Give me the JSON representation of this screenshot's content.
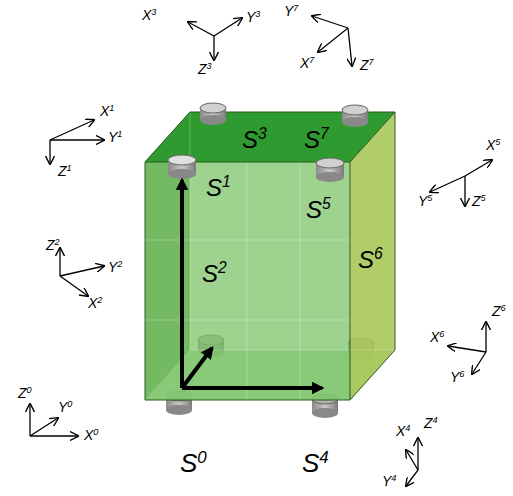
{
  "diagram": {
    "labels": [
      "S3",
      "S7",
      "S1",
      "S5",
      "S2",
      "S6",
      "S0",
      "S4",
      "X3",
      "Y3",
      "Z3",
      "Y7",
      "X7",
      "Z7",
      "X1",
      "Y1",
      "Z1",
      "X5",
      "Y5",
      "Z5",
      "Z2",
      "Y2",
      "X2",
      "Z6",
      "X6",
      "Y6",
      "Z0",
      "Y0",
      "X0",
      "Z4",
      "X4",
      "Y4"
    ]
  }
}
